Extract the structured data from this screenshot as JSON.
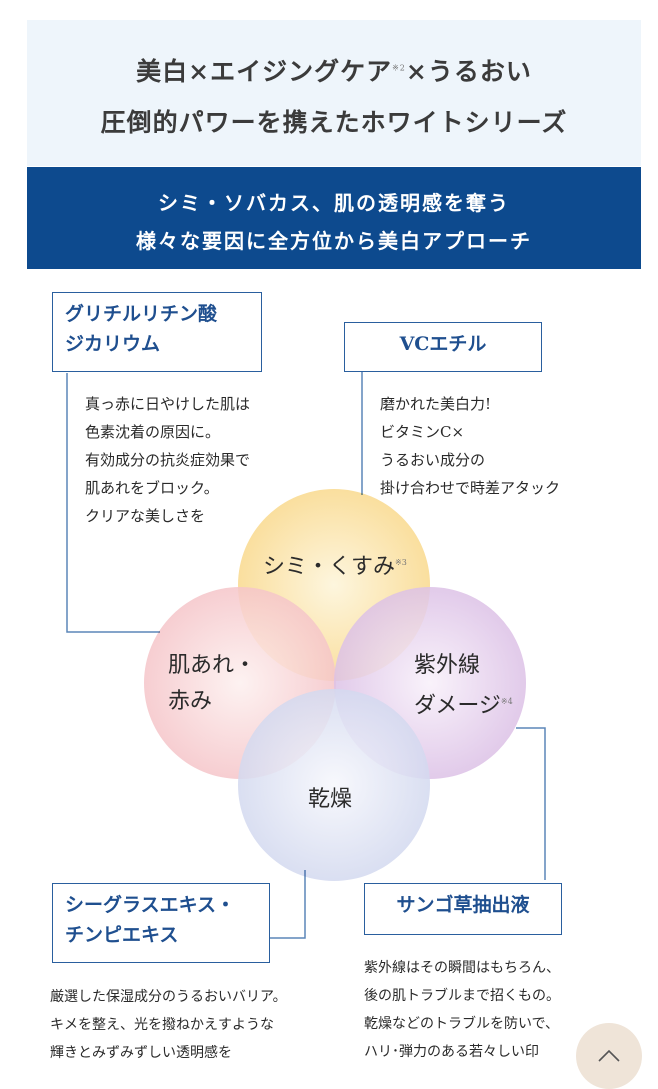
{
  "header": {
    "line1_a": "美白×エイジングケア",
    "line1_note": "※2",
    "line1_b": "×うるおい",
    "line2": "圧倒的パワーを携えたホワイトシリーズ"
  },
  "banner": {
    "line1": "シミ・ソバカス、肌の透明感を奪う",
    "line2": "様々な要因に全方位から美白アプローチ"
  },
  "ingredients": [
    {
      "name_lines": [
        "グリチルリチン酸",
        "ジカリウム"
      ],
      "desc": [
        "真っ赤に日やけした肌は",
        "色素沈着の原因に。",
        "有効成分の抗炎症効果で",
        "肌あれをブロック。",
        "クリアな美しさを"
      ]
    },
    {
      "name_lines": [
        "VCエチル"
      ],
      "desc": [
        "磨かれた美白力!",
        "ビタミンC×",
        "うるおい成分の",
        "掛け合わせで時差アタック"
      ]
    },
    {
      "name_lines": [
        "シーグラスエキス・",
        "チンピエキス"
      ],
      "desc": [
        "厳選した保湿成分のうるおいバリア。",
        "キメを整え、光を撥ねかえすような",
        "輝きとみずみずしい透明感を"
      ]
    },
    {
      "name_lines": [
        "サンゴ草抽出液"
      ],
      "desc": [
        "紫外線はその瞬間はもちろん、",
        "後の肌トラブルまで招くもの。",
        "乾燥などのトラブルを防いで、",
        "ハリ･弾力のある若々しい印"
      ]
    }
  ],
  "circles": {
    "top": {
      "text": "シミ・くすみ",
      "note": "※3",
      "color": "#fbe3a6"
    },
    "left": {
      "line1": "肌あれ・",
      "line2": "赤み",
      "color": "#f8d3d5"
    },
    "right": {
      "line1": "紫外線",
      "line2": "ダメージ",
      "note": "※4",
      "color": "#e6d2ec"
    },
    "bottom": {
      "text": "乾燥",
      "color": "#dfe4f4"
    }
  },
  "colors": {
    "accent": "#0d4a8e",
    "panel": "#eef5fb",
    "outline": "#2a5f9e"
  },
  "scroll_top_icon": "chevron-up-icon"
}
